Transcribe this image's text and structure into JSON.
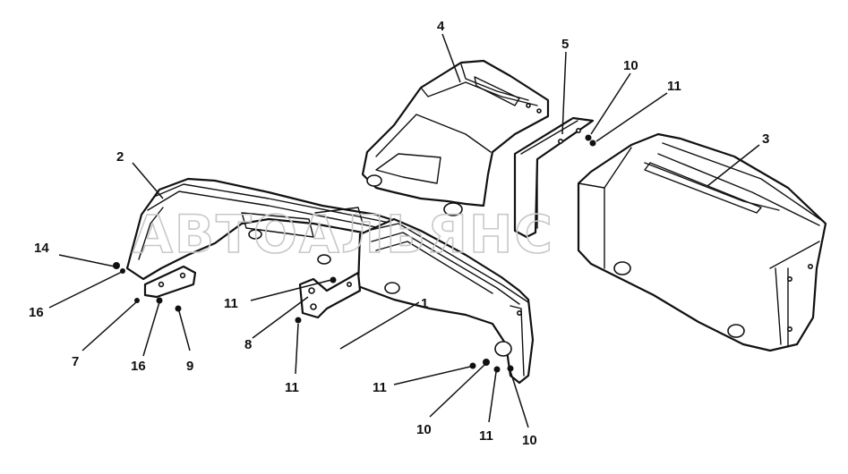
{
  "watermark": "АВТОАЛЬЯНС",
  "callouts": {
    "c1": "1",
    "c2": "2",
    "c3": "3",
    "c4": "4",
    "c5": "5",
    "c7": "7",
    "c8": "8",
    "c9": "9",
    "c10a": "10",
    "c10b": "10",
    "c10c": "10",
    "c11a": "11",
    "c11b": "11",
    "c11c": "11",
    "c11d": "11",
    "c11e": "11",
    "c14": "14",
    "c16a": "16",
    "c16b": "16"
  },
  "colors": {
    "ink": "#111111",
    "watermark": "#c8c8c8",
    "background": "#ffffff"
  }
}
